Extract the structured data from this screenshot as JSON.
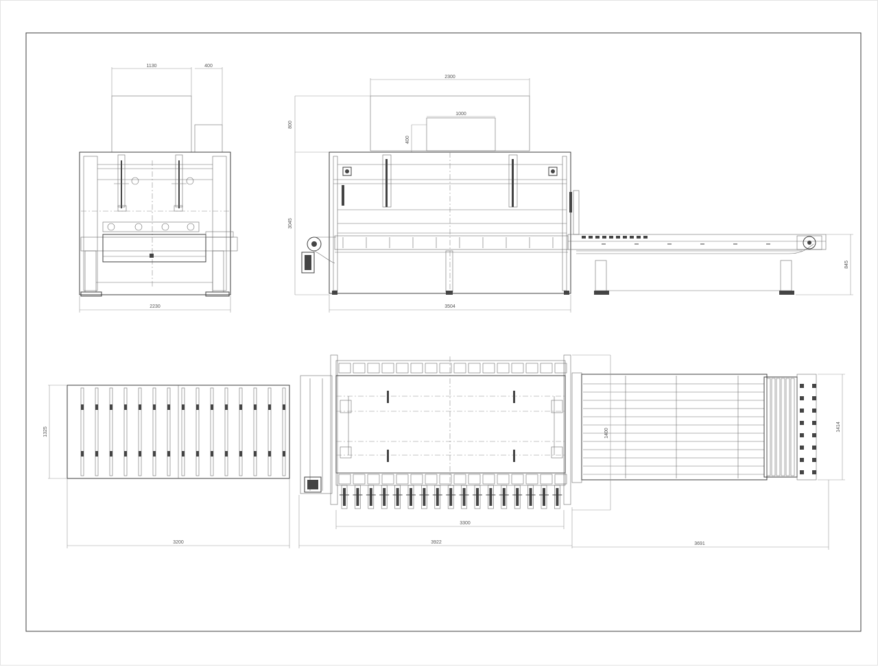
{
  "drawing": {
    "front_view": {
      "dim_top_width": "1130",
      "dim_top_offset": "400",
      "dim_base_width": "2230"
    },
    "side_view": {
      "dim_top_width": "2300",
      "dim_inner_width": "1000",
      "dim_offset": "400",
      "dim_top_height": "800",
      "dim_total_height": "3045",
      "dim_conveyor_height": "845",
      "dim_base_width": "3504"
    },
    "plan_view": {
      "dim_left_height": "1325",
      "dim_left_width": "3200",
      "dim_rollers_width": "3300",
      "dim_middle_width": "3922",
      "dim_right_width": "3691",
      "dim_right_height": "1414",
      "dim_belt_height": "1400"
    }
  }
}
